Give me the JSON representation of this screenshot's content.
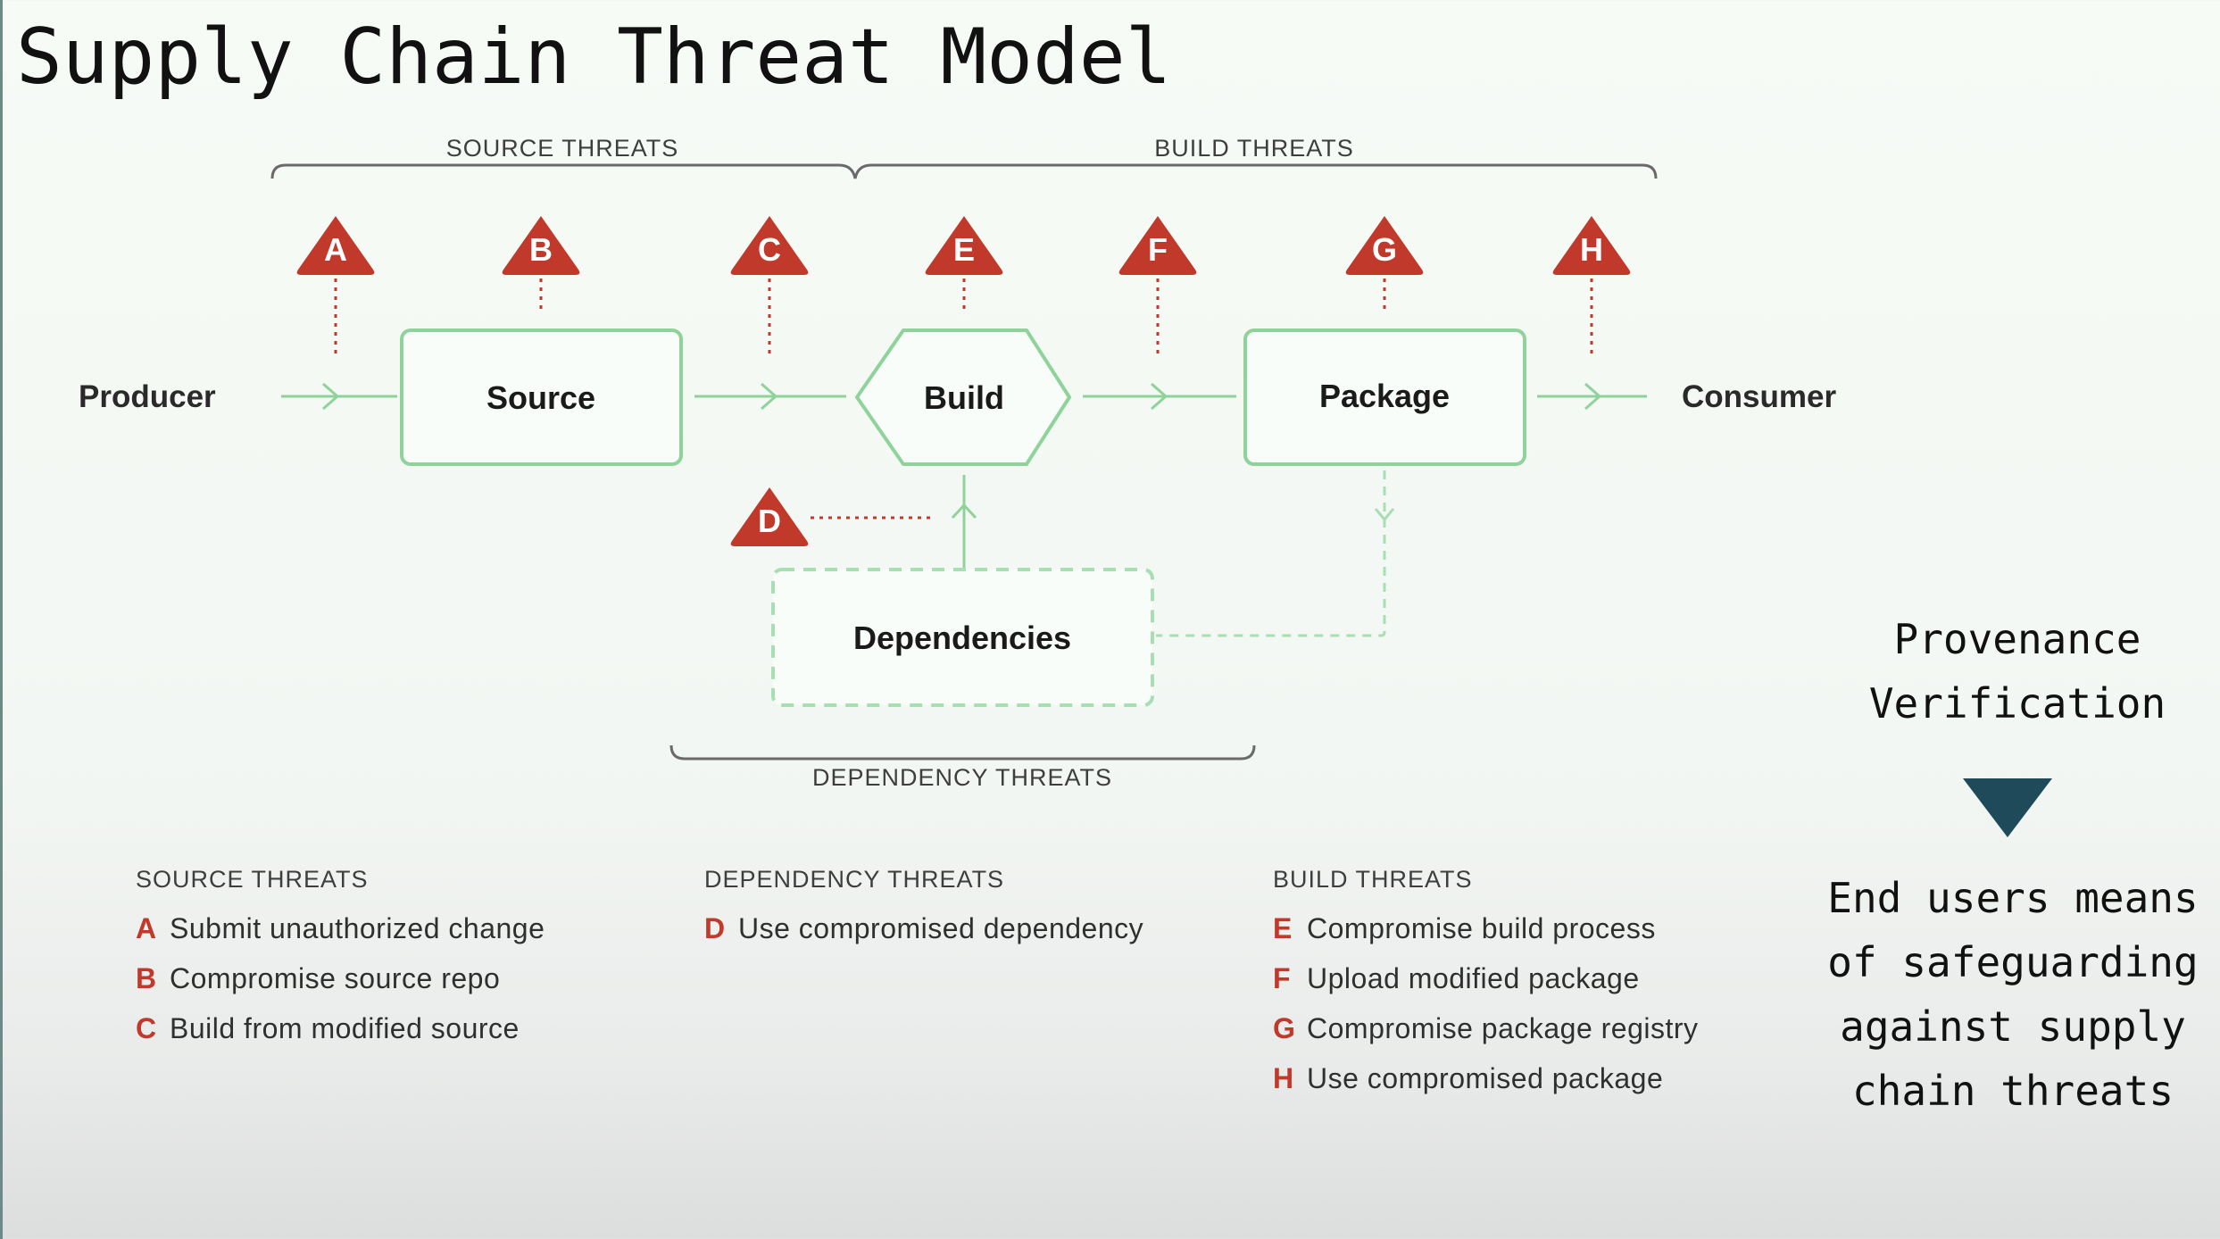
{
  "slide": {
    "title": "Supply Chain Threat Model"
  },
  "diagram": {
    "brackets": {
      "source": "SOURCE THREATS",
      "build": "BUILD THREATS",
      "dependency": "DEPENDENCY THREATS"
    },
    "nodes": {
      "producer": "Producer",
      "source": "Source",
      "build": "Build",
      "package": "Package",
      "consumer": "Consumer",
      "dependencies": "Dependencies"
    },
    "markers": [
      "A",
      "B",
      "C",
      "D",
      "E",
      "F",
      "G",
      "H"
    ]
  },
  "legend": {
    "source": {
      "heading": "SOURCE THREATS",
      "items": [
        {
          "letter": "A",
          "text": "Submit unauthorized change"
        },
        {
          "letter": "B",
          "text": "Compromise source repo"
        },
        {
          "letter": "C",
          "text": "Build from modified source"
        }
      ]
    },
    "dependency": {
      "heading": "DEPENDENCY THREATS",
      "items": [
        {
          "letter": "D",
          "text": "Use compromised dependency"
        }
      ]
    },
    "build": {
      "heading": "BUILD THREATS",
      "items": [
        {
          "letter": "E",
          "text": "Compromise build process"
        },
        {
          "letter": "F",
          "text": "Upload modified package"
        },
        {
          "letter": "G",
          "text": "Compromise package registry"
        },
        {
          "letter": "H",
          "text": "Use compromised package"
        }
      ]
    }
  },
  "sidebar": {
    "provenance_line1": "Provenance",
    "provenance_line2": "Verification",
    "end_users_lines": [
      "End users means",
      "of safeguarding",
      "against supply",
      "chain threats"
    ]
  },
  "colors": {
    "threat_red": "#c0392b",
    "flow_green": "#8fd39b",
    "text_dark": "#1a1a1a",
    "arrow_teal": "#1e4a5a"
  }
}
